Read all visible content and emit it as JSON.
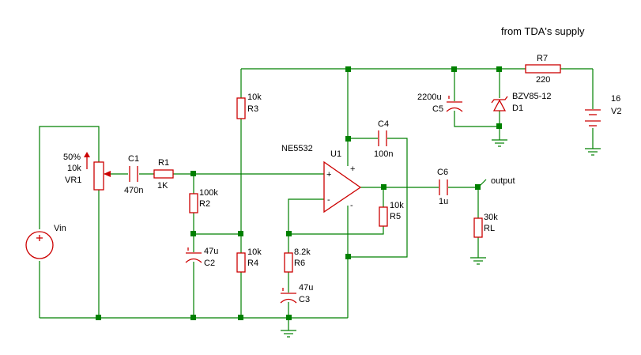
{
  "annotation": "from TDA's supply",
  "components": {
    "vr1": {
      "setting": "50%",
      "value": "10k",
      "ref": "VR1"
    },
    "c1": {
      "ref": "C1",
      "value": "470n"
    },
    "r1": {
      "ref": "R1",
      "value": "1K"
    },
    "r2": {
      "value": "100k",
      "ref": "R2"
    },
    "c2": {
      "value": "47u",
      "ref": "C2"
    },
    "r3": {
      "value": "10k",
      "ref": "R3"
    },
    "r4": {
      "value": "10k",
      "ref": "R4"
    },
    "u1": {
      "part": "NE5532",
      "ref": "U1"
    },
    "c4": {
      "ref": "C4",
      "value": "100n"
    },
    "r5": {
      "value": "10k",
      "ref": "R5"
    },
    "r6": {
      "value": "8.2k",
      "ref": "R6"
    },
    "c3": {
      "value": "47u",
      "ref": "C3"
    },
    "c6": {
      "ref": "C6",
      "value": "1u"
    },
    "rl": {
      "value": "30k",
      "ref": "RL"
    },
    "c5": {
      "value": "2200u",
      "ref": "C5"
    },
    "d1": {
      "part": "BZV85-12",
      "ref": "D1"
    },
    "r7": {
      "ref": "R7",
      "value": "220"
    },
    "v2": {
      "value": "16",
      "ref": "V2"
    },
    "vin": {
      "ref": "Vin"
    }
  },
  "output_label": "output",
  "opamp_pins": {
    "plus": "+",
    "minus": "-",
    "vpos": "+",
    "vneg": "-"
  },
  "colors": {
    "wire": "#008000",
    "component": "#cc0000",
    "text": "#000000",
    "background": "#ffffff"
  }
}
